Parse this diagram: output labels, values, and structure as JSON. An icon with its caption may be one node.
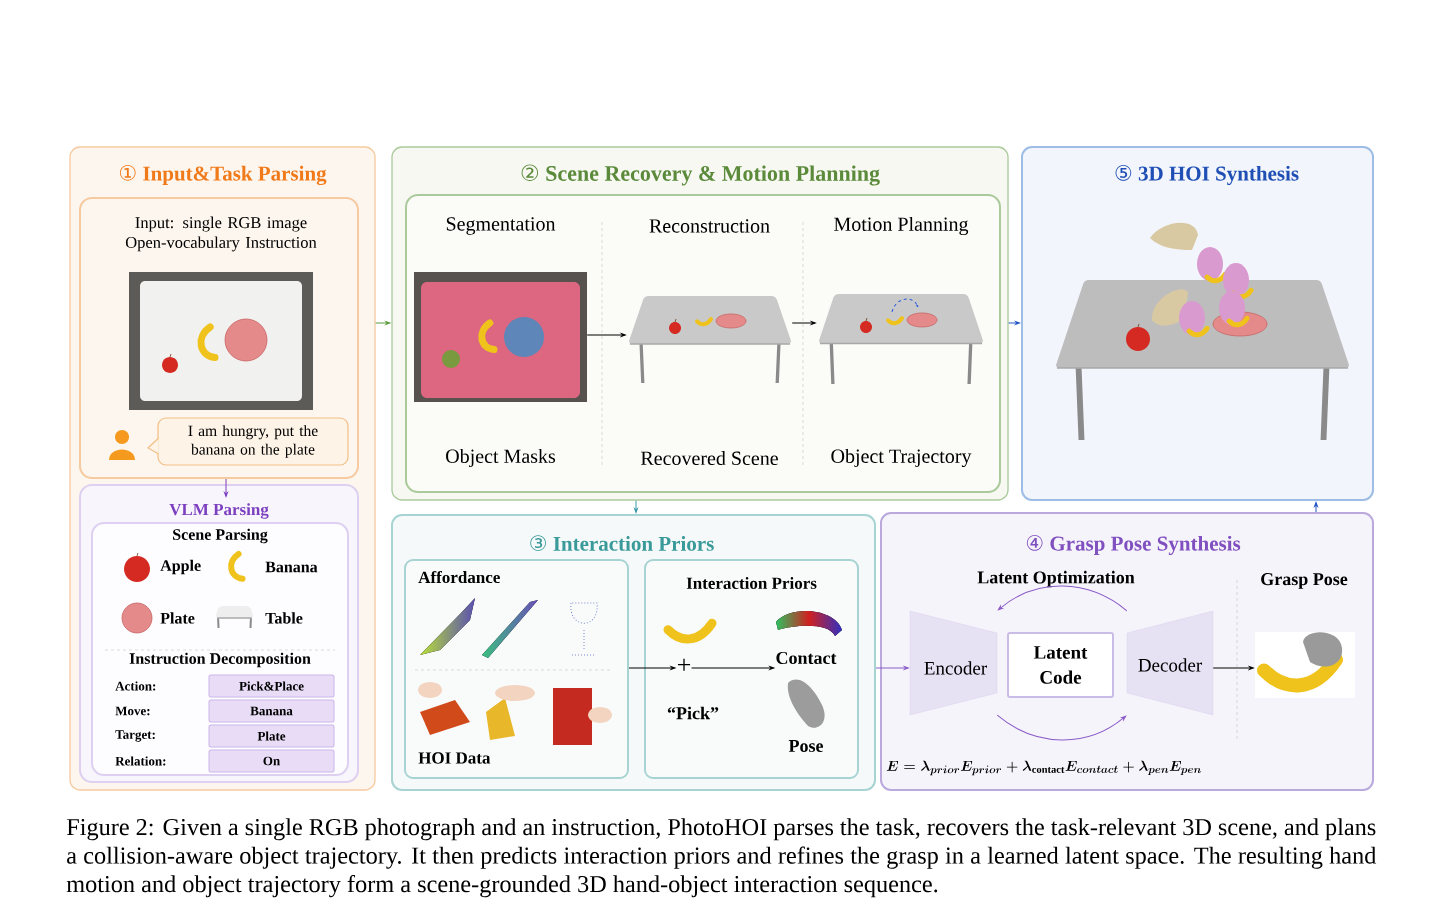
{
  "diagram": {
    "caption": "Figure 2: Given a single RGB photograph and an instruction, PhotoHOI parses the task, recovers the task-relevant 3D scene, and plans a collision-aware object trajectory. It then predicts interaction priors and refines the grasp in a learned latent space. The resulting hand motion and object trajectory form a scene-grounded 3D hand-object interaction sequence.",
    "nodes": [
      {
        "text": [
          "①",
          "Input&Task Parsing"
        ]
      },
      {
        "text": [
          "Input: single RGB image Open-vocabulary Instruction"
        ],
        "in": 0
      },
      {
        "text": [
          "I am hungry, put the banana on the plate"
        ],
        "in": 1
      },
      {
        "text": [
          "VLM Parsing"
        ],
        "in": 0
      },
      {
        "text": [
          "Scene Parsing",
          "Apple",
          "Banana",
          "Plate",
          "Table",
          "Instruction Decomposition",
          "Action:",
          "Move:",
          "Target:",
          "Relation:"
        ],
        "in": 3
      },
      {
        "text": [
          "Pick&Place"
        ],
        "in": 4
      },
      {
        "text": [
          "Banana"
        ],
        "in": 4
      },
      {
        "text": [
          "Plate"
        ],
        "in": 4
      },
      {
        "text": [
          "On"
        ],
        "in": 4
      },
      {
        "text": [
          "②",
          "Scene Recovery & Motion Planning"
        ]
      },
      {
        "text": [],
        "shape": "box",
        "in": 9
      },
      {
        "text": [],
        "shape": "picture",
        "in": 10,
        "beside": [
          "Segmentation",
          "Object Masks"
        ]
      },
      {
        "text": [],
        "shape": "picture",
        "in": 10,
        "beside": [
          "Reconstruction",
          "Recovered Scene"
        ]
      },
      {
        "text": [],
        "shape": "picture",
        "in": 10,
        "beside": [
          "Motion Planning",
          "Object Trajectory"
        ]
      },
      {
        "text": [
          "⑤",
          "3D HOI Synthesis"
        ]
      },
      {
        "text": [
          "③",
          "Interaction Priors"
        ]
      },
      {
        "text": [
          "Affordance",
          "HOI Data"
        ],
        "in": 15
      },
      {
        "text": [
          "Interaction Priors"
        ],
        "in": 15
      },
      {
        "text": [
          "+"
        ],
        "in": 17
      },
      {
        "text": [
          "Contact"
        ],
        "in": 17
      },
      {
        "text": [
          "④",
          "Grasp Pose Synthesis",
          "Latent Optimization",
          "Grasp Pose"
        ]
      },
      {
        "text": [
          "Encoder"
        ],
        "in": 20
      },
      {
        "text": [
          "Latent Code"
        ],
        "in": 20
      },
      {
        "text": [
          "Decoder"
        ],
        "in": 20
      },
      {
        "text": [],
        "shape": "picture",
        "in": 20
      }
    ],
    "edges": [
      {
        "from": 0,
        "to": 9,
        "arrow": "to",
        "color": "#5b9a3c"
      },
      {
        "from": 1,
        "to": 3,
        "arrow": "to",
        "color": "#7b3fbf"
      },
      {
        "from": 11,
        "to": 12,
        "arrow": "to"
      },
      {
        "from": 12,
        "to": 13,
        "arrow": "to"
      },
      {
        "from": 9,
        "to": 14,
        "arrow": "to",
        "color": "#2255c4"
      },
      {
        "from": 9,
        "to": 15,
        "arrow": "to",
        "color": "#3a9aaa"
      },
      {
        "from": 16,
        "to": 18,
        "arrow": "to"
      },
      {
        "from": 18,
        "to": 19,
        "arrow": "to"
      },
      {
        "from": 15,
        "to": 21,
        "arrow": "to",
        "color": "#8a5cc8"
      },
      {
        "from": 23,
        "to": 21,
        "arrow": "to",
        "color": "#8a5cc8"
      },
      {
        "from": 21,
        "to": 23,
        "arrow": "to",
        "color": "#8a5cc8"
      },
      {
        "from": 23,
        "to": 24,
        "arrow": "to"
      },
      {
        "from": 20,
        "to": 14,
        "arrow": "to",
        "color": "#2255c4"
      }
    ],
    "labels": [
      "“Pick”",
      "Pose",
      "E = \\lambda_{prior}E_{prior} + \\lambda_{\\mathrm{contact}}E_{contact} + \\lambda_{pen}E_{pen}"
    ]
  }
}
